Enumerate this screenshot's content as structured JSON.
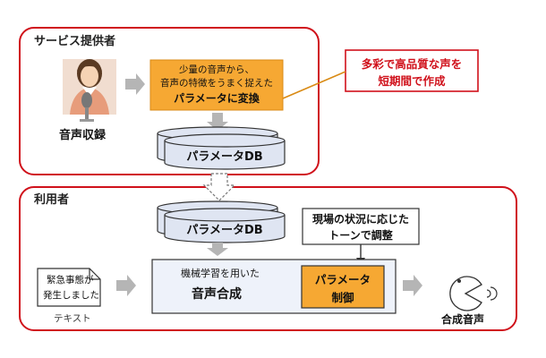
{
  "provider": {
    "title": "サービス提供者",
    "recording_label": "音声収録",
    "param_box_line1": "少量の音声から、",
    "param_box_line2": "音声の特徴をうまく捉えた",
    "param_box_line3": "パラメータに変換",
    "callout_line1": "多彩で高品質な声を",
    "callout_line2": "短期間で作成",
    "db_label": "パラメータDB"
  },
  "user": {
    "title": "利用者",
    "db_label": "パラメータDB",
    "tone_line1": "現場の状況に応じた",
    "tone_line2": "トーンで調整",
    "note_line1": "緊急事態が",
    "note_line2": "発生しました",
    "text_label": "テキスト",
    "synth_line1": "機械学習を用いた",
    "synth_line2": "音声合成",
    "control_line1": "パラメータ",
    "control_line2": "制御",
    "output_label": "合成音声"
  },
  "colors": {
    "frame_red": "#d0111b",
    "orange": "#f6a833",
    "gray_arrow": "#b5b5b5",
    "db_fill": "#dfe5f2",
    "synth_fill": "#eef2fa"
  },
  "icons": [
    "woman-icon",
    "microphone-icon",
    "pacman-speaker-icon"
  ]
}
